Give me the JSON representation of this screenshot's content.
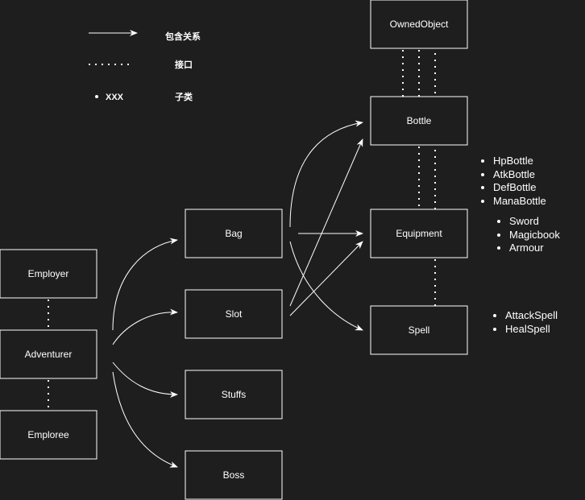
{
  "legend": {
    "containment_label": "包含关系",
    "interface_label": "接口",
    "subclass_sample": "XXX",
    "subclass_label": "子类"
  },
  "nodes": {
    "owned_object": "OwnedObject",
    "bottle": "Bottle",
    "equipment": "Equipment",
    "spell": "Spell",
    "bag": "Bag",
    "slot": "Slot",
    "stuffs": "Stuffs",
    "boss": "Boss",
    "employer": "Employer",
    "adventurer": "Adventurer",
    "emploree": "Emploree"
  },
  "subclasses": {
    "bottle": [
      "HpBottle",
      "AtkBottle",
      "DefBottle",
      "ManaBottle"
    ],
    "equipment": [
      "Sword",
      "Magicbook",
      "Armour"
    ],
    "spell": [
      "AttackSpell",
      "HealSpell"
    ]
  }
}
